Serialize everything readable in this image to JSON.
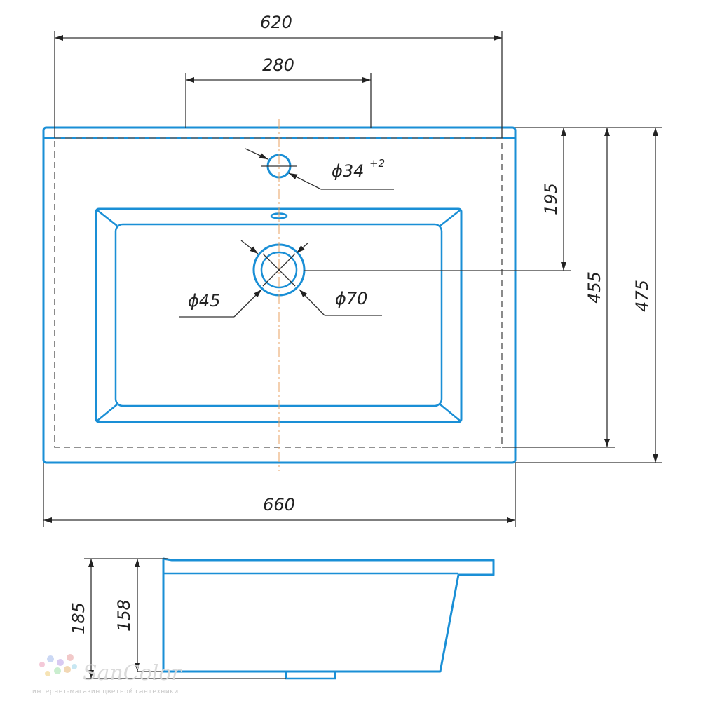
{
  "dimensions": {
    "overall_width_inner": "620",
    "overall_width": "660",
    "mount_spacing": "280",
    "tap_hole": "ϕ34",
    "tap_hole_tolerance": "+2",
    "tap_to_drain": "195",
    "depth_inner": "455",
    "depth_overall": "475",
    "drain_inner": "ϕ45",
    "drain_outer": "ϕ70",
    "height_overall": "185",
    "height_bowl": "158"
  },
  "watermark": {
    "brand": "SanColor",
    "tagline": "интернет-магазин цветной сантехники"
  },
  "colors": {
    "outline": "#1a8fd6",
    "dimension": "#333333",
    "centerline": "#e8a060"
  }
}
